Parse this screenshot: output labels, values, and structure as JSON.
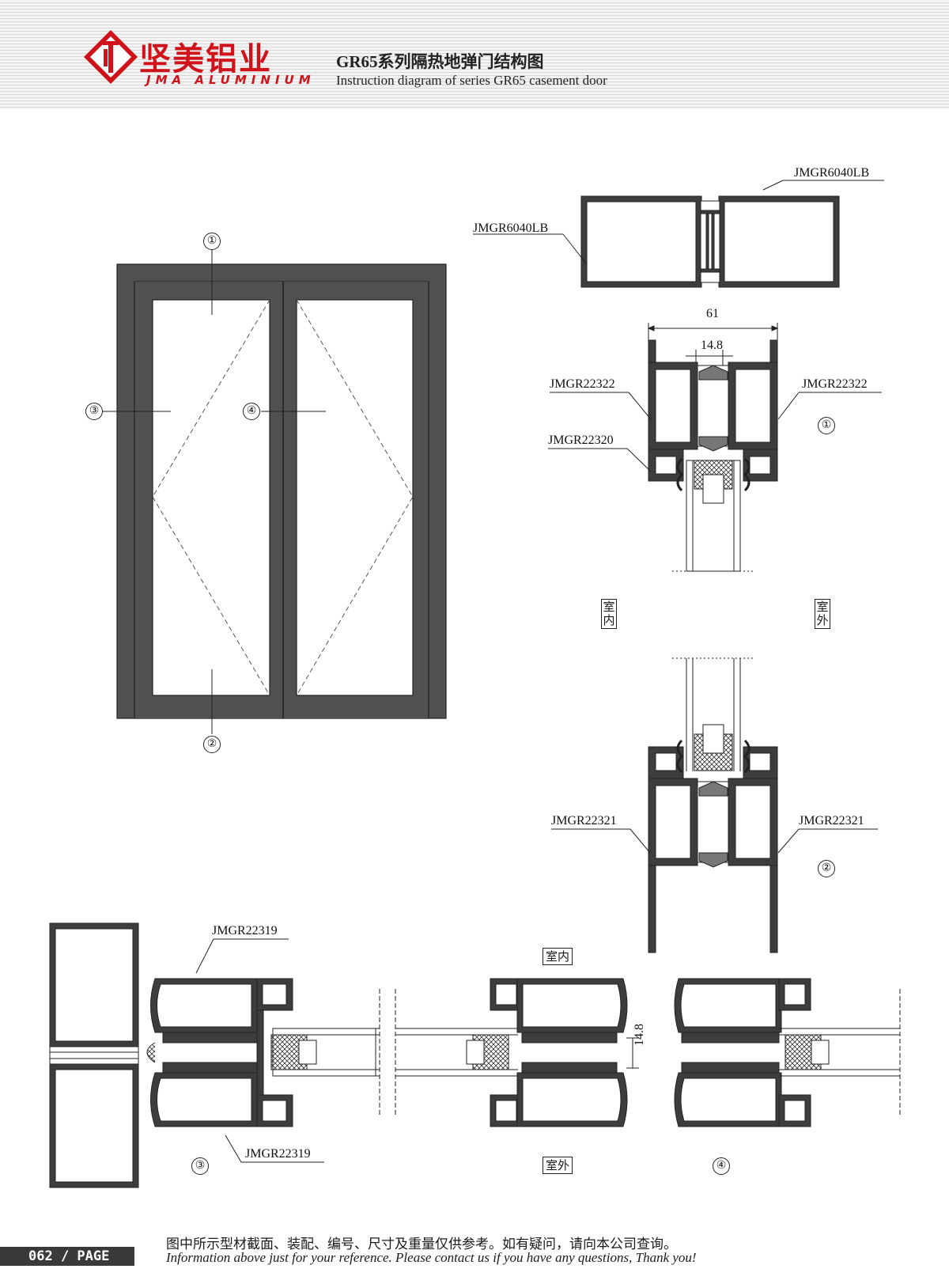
{
  "header": {
    "brand_cn": "坚美铝业",
    "brand_en": "JMA ALUMINIUM",
    "title_cn": "GR65系列隔热地弹门结构图",
    "title_en": "Instruction diagram of series GR65 casement door"
  },
  "colors": {
    "brand_red": "#d0121b",
    "profile": "#3d3d3d",
    "header_stripe": "#d9d9d9"
  },
  "icons": {
    "logo": "jma-logo-icon"
  },
  "elevation": {
    "callouts": [
      "①",
      "②",
      "③",
      "④"
    ]
  },
  "section_top": {
    "labels": {
      "left": "JMGR6040LB",
      "right": "JMGR6040LB"
    }
  },
  "section_1": {
    "dim_width": "61",
    "dim_gap": "14.8",
    "labels": {
      "left": "JMGR22322",
      "right": "JMGR22322",
      "bead": "JMGR22320"
    },
    "marker": "①"
  },
  "side_labels": {
    "indoor": "室内",
    "outdoor": "室外"
  },
  "section_2": {
    "labels": {
      "left": "JMGR22321",
      "right": "JMGR22321"
    },
    "marker": "②"
  },
  "section_3": {
    "labels": {
      "top": "JMGR22319",
      "bottom": "JMGR22319"
    },
    "marker": "③"
  },
  "section_4": {
    "dim_gap": "14.8",
    "indoor": "室内",
    "outdoor": "室外",
    "marker": "④"
  },
  "footer": {
    "page": "062 / PAGE",
    "note_cn": "图中所示型材截面、装配、编号、尺寸及重量仅供参考。如有疑问，请向本公司查询。",
    "note_en": "Information above just for your reference. Please contact us if you have any questions, Thank you!"
  }
}
